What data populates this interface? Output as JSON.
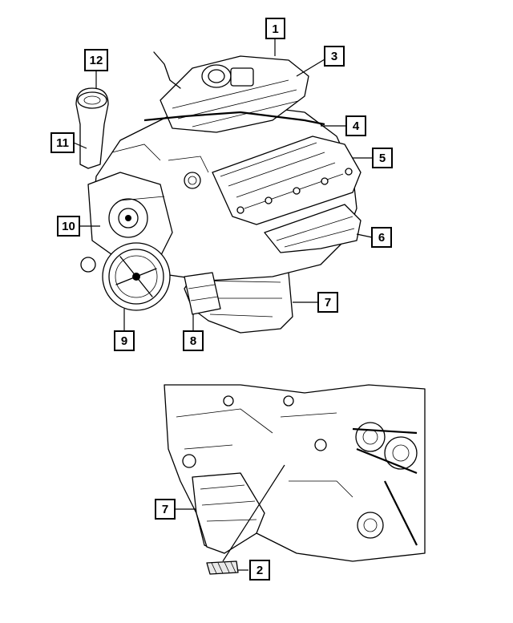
{
  "callouts": [
    {
      "id": "c1",
      "label": "1"
    },
    {
      "id": "c2",
      "label": "2"
    },
    {
      "id": "c3",
      "label": "3"
    },
    {
      "id": "c4",
      "label": "4"
    },
    {
      "id": "c5",
      "label": "5"
    },
    {
      "id": "c6",
      "label": "6"
    },
    {
      "id": "c7a",
      "label": "7"
    },
    {
      "id": "c7b",
      "label": "7"
    },
    {
      "id": "c8",
      "label": "8"
    },
    {
      "id": "c9",
      "label": "9"
    },
    {
      "id": "c10",
      "label": "10"
    },
    {
      "id": "c11",
      "label": "11"
    },
    {
      "id": "c12",
      "label": "12"
    }
  ],
  "colors": {
    "ink": "#000000",
    "paper": "#ffffff"
  }
}
